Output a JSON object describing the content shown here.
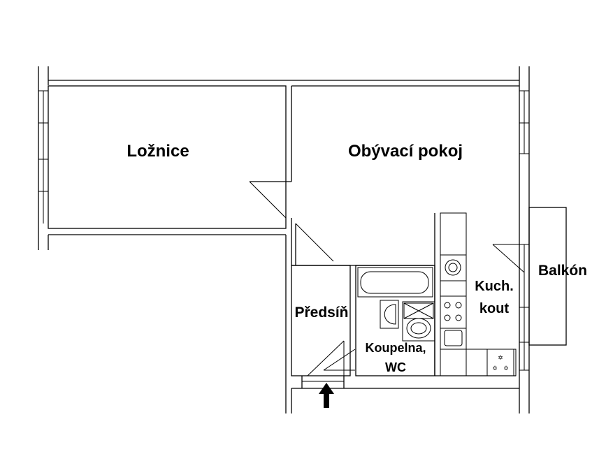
{
  "rooms": {
    "loznice": "Ložnice",
    "obyvaci_pokoj": "Obývací pokoj",
    "predsin": "Předsíň",
    "koupelna_line1": "Koupelna,",
    "koupelna_line2": "WC",
    "kuch_line1": "Kuch.",
    "kuch_line2": "kout",
    "balkon": "Balkón"
  },
  "icons": {
    "entrance": "entrance-arrow-icon",
    "stove": "stove-icon",
    "sink": "sink-icon",
    "bathtub": "bathtub-icon",
    "toilet": "toilet-icon"
  },
  "colors": {
    "line": "#000000",
    "background": "#ffffff"
  }
}
